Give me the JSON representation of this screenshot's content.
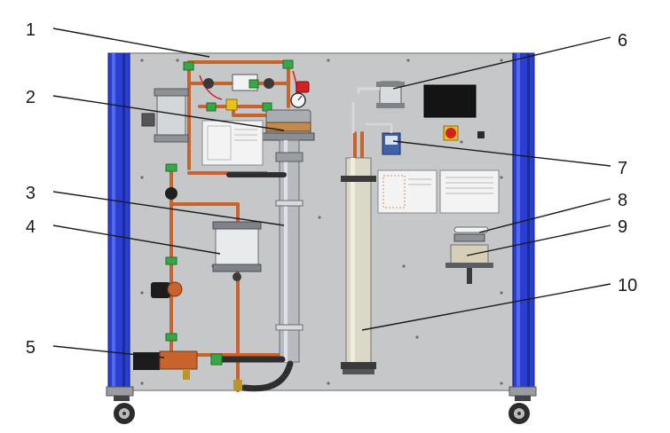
{
  "colors": {
    "frame_blue": "#2b3fcf",
    "panel_gray": "#c8c8c8",
    "copper": "#c8642d",
    "steel": "#b4b8bc",
    "valve_green": "#3aa64a",
    "black": "#151515",
    "red": "#d42020"
  },
  "callouts": [
    {
      "id": "1",
      "label": "1"
    },
    {
      "id": "2",
      "label": "2"
    },
    {
      "id": "3",
      "label": "3"
    },
    {
      "id": "4",
      "label": "4"
    },
    {
      "id": "5",
      "label": "5"
    },
    {
      "id": "6",
      "label": "6"
    },
    {
      "id": "7",
      "label": "7"
    },
    {
      "id": "8",
      "label": "8"
    },
    {
      "id": "9",
      "label": "9"
    },
    {
      "id": "10",
      "label": "10"
    }
  ]
}
